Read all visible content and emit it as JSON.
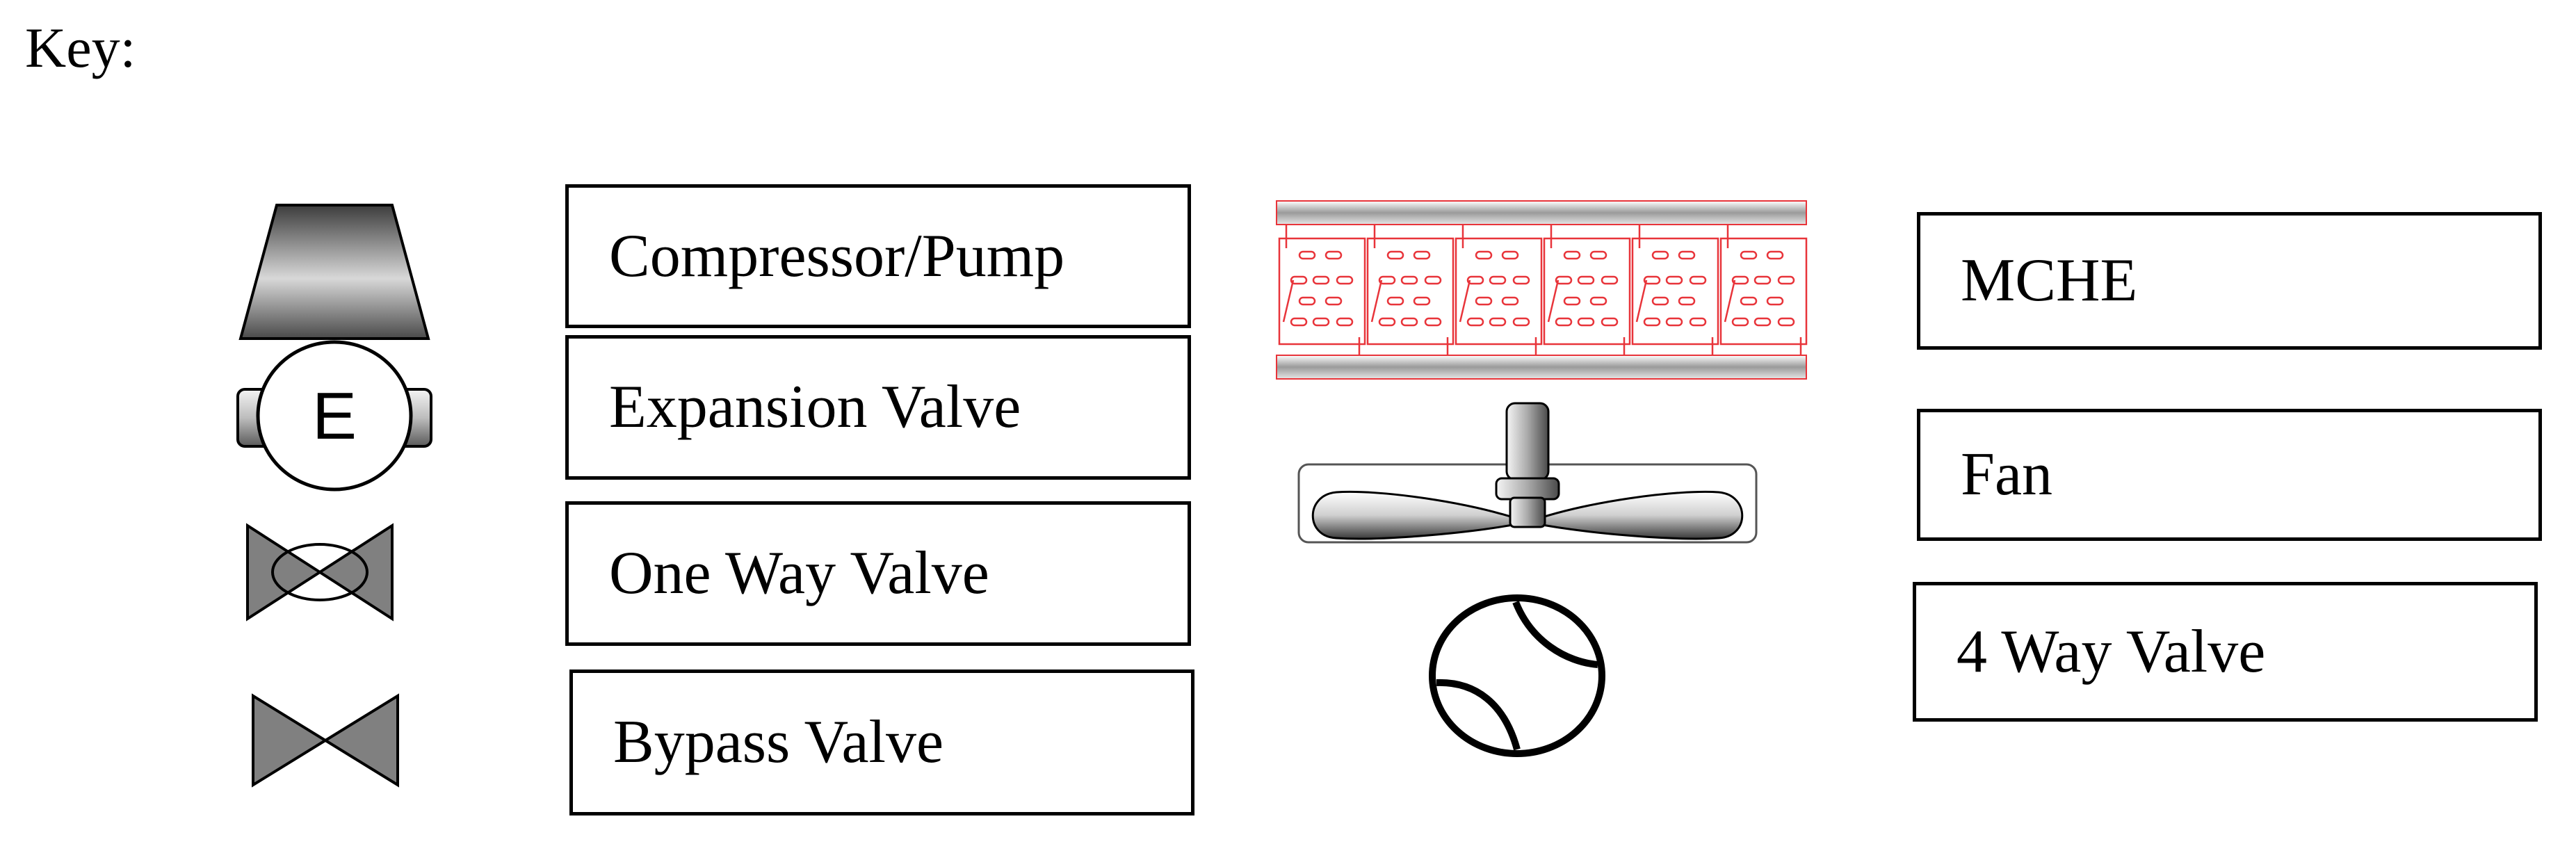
{
  "key": {
    "heading": "Key:"
  },
  "symbols": {
    "compressor_glyph": "E"
  },
  "labels": {
    "compressor_pump": "Compressor/Pump",
    "expansion_valve": "Expansion Valve",
    "one_way_valve": "One Way Valve",
    "bypass_valve": "Bypass Valve",
    "mche": "MCHE",
    "fan": "Fan",
    "four_way_valve": "4 Way Valve"
  },
  "colors": {
    "line": "#000000",
    "mche_outline": "#e8343a",
    "valve_fill": "#808080",
    "metal_light": "#f2f2f2",
    "metal_dark": "#4a4a4a"
  }
}
